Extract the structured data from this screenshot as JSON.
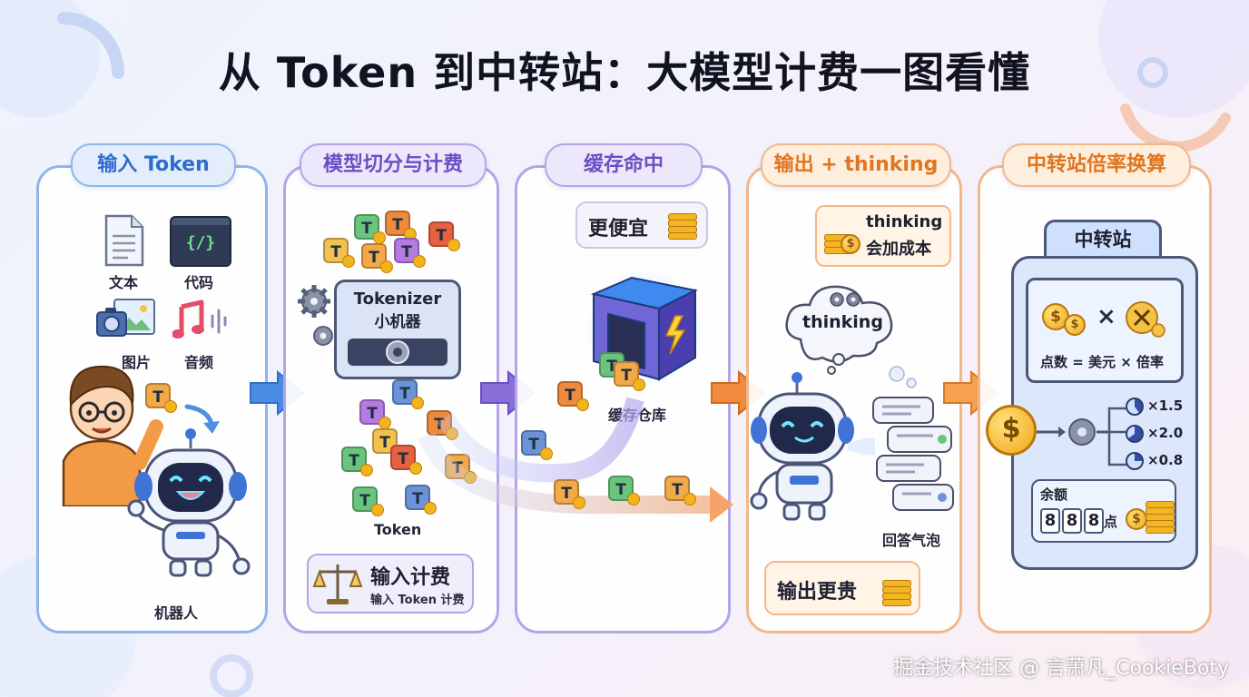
{
  "title": "从 Token 到中转站：大模型计费一图看懂",
  "panels": [
    {
      "tag": "输入 Token",
      "labels": {
        "text": "文本",
        "code": "代码",
        "image": "图片",
        "audio": "音频",
        "robot": "机器人"
      },
      "code_glyph": "{/}"
    },
    {
      "tag": "模型切分与计费",
      "machine_line1": "Tokenizer",
      "machine_line2": "小机器",
      "token_label": "Token",
      "billing_title": "输入计费",
      "billing_sub": "输入 Token 计费"
    },
    {
      "tag": "缓存命中",
      "cheaper": "更便宜",
      "warehouse": "缓存仓库"
    },
    {
      "tag": "输出 + thinking",
      "cost_line1": "thinking",
      "cost_line2": "会加成本",
      "cloud": "thinking",
      "bubbles_label": "回答气泡",
      "pricier": "输出更贵"
    },
    {
      "tag": "中转站倍率换算",
      "station": "中转站",
      "formula": "点数 = 美元 × 倍率",
      "multiplier_symbol": "×",
      "rates": [
        "×1.5",
        "×2.0",
        "×0.8"
      ],
      "balance_label": "余额",
      "digits": [
        "8",
        "8",
        "8"
      ],
      "unit": "点",
      "dollar": "$"
    }
  ],
  "token_letter": "T",
  "watermark": "掘金技术社区 @ 言萧凡_CookieBoty",
  "colors": {
    "blue": "#3e7bd8",
    "purple": "#7b5fd0",
    "orange": "#ef8a3a",
    "token_colors": [
      "#ee8a3c",
      "#6bc47e",
      "#b57be0",
      "#e8603f",
      "#6a93d8",
      "#f2c14f"
    ]
  }
}
